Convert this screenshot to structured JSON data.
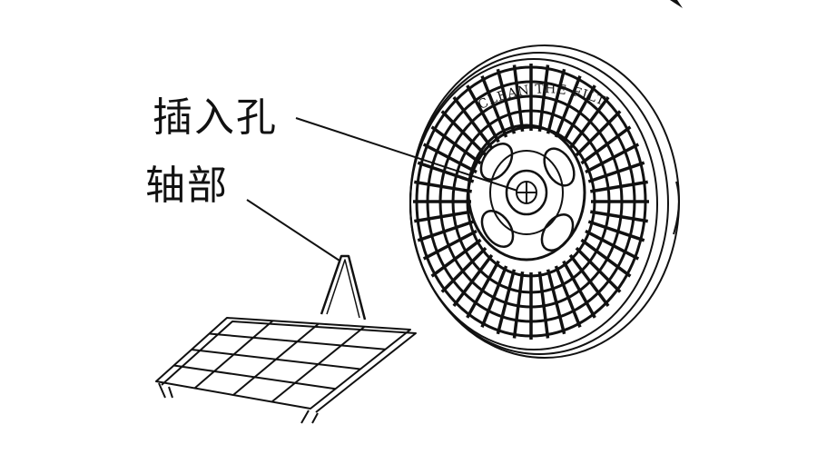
{
  "labels": {
    "insertion_hole": "插入孔",
    "shaft": "轴部"
  },
  "filter_text": "CLEAN THE FILTER",
  "colors": {
    "ink": "#111111",
    "background": "#ffffff"
  }
}
